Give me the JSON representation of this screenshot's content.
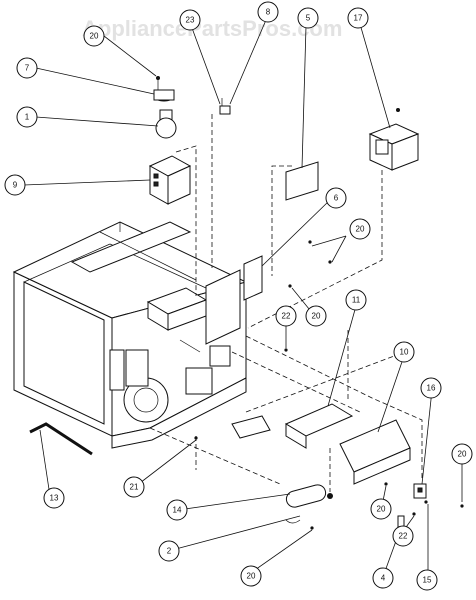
{
  "watermark": "AppliancePartsPros.com",
  "callouts": [
    {
      "id": "c20-top",
      "label": "20"
    },
    {
      "id": "c7",
      "label": "7"
    },
    {
      "id": "c1",
      "label": "1"
    },
    {
      "id": "c9",
      "label": "9"
    },
    {
      "id": "c23",
      "label": "23"
    },
    {
      "id": "c8",
      "label": "8"
    },
    {
      "id": "c5",
      "label": "5"
    },
    {
      "id": "c17",
      "label": "17"
    },
    {
      "id": "c6",
      "label": "6"
    },
    {
      "id": "c20-right",
      "label": "20"
    },
    {
      "id": "c20-mid",
      "label": "20"
    },
    {
      "id": "c22-mid",
      "label": "22"
    },
    {
      "id": "c11",
      "label": "11"
    },
    {
      "id": "c10",
      "label": "10"
    },
    {
      "id": "c16",
      "label": "16"
    },
    {
      "id": "c20-far",
      "label": "20"
    },
    {
      "id": "c13",
      "label": "13"
    },
    {
      "id": "c21",
      "label": "21"
    },
    {
      "id": "c14",
      "label": "14"
    },
    {
      "id": "c2",
      "label": "2"
    },
    {
      "id": "c20-bottom",
      "label": "20"
    },
    {
      "id": "c20-lower",
      "label": "20"
    },
    {
      "id": "c4",
      "label": "4"
    },
    {
      "id": "c22-bottom",
      "label": "22"
    },
    {
      "id": "c15",
      "label": "15"
    }
  ]
}
